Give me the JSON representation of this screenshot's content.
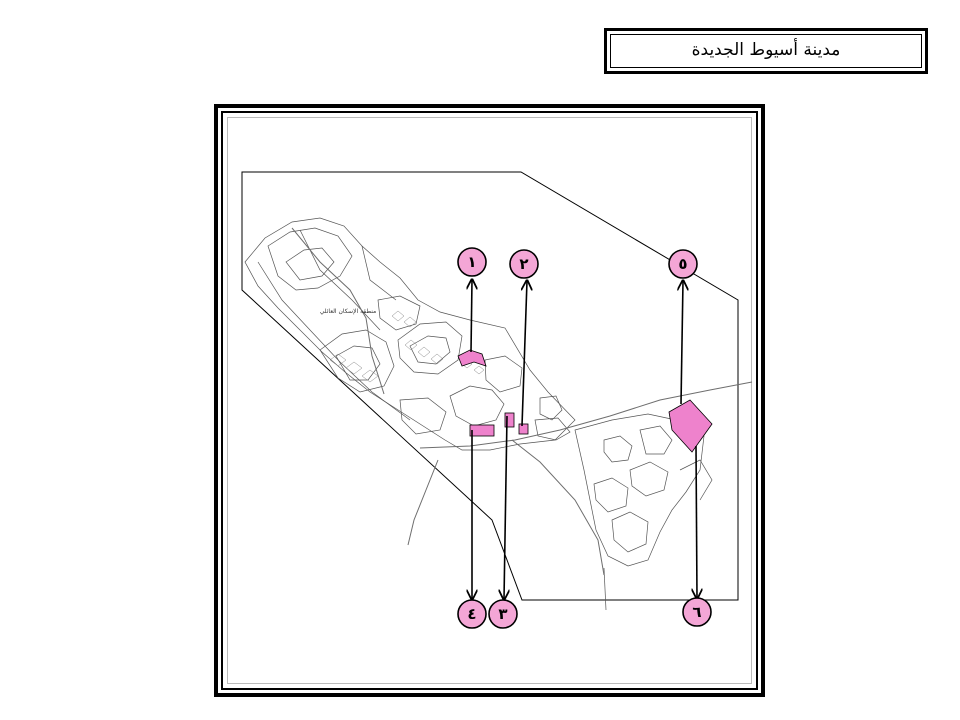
{
  "title": "مدينة أسيوط الجديدة",
  "map_label": "منطقة الإسكان العائلي",
  "colors": {
    "marker_fill": "#f4a6d6",
    "zone_fill": "#ee82cc",
    "outline": "#000000",
    "street": "#6e6e6e"
  },
  "markers": [
    {
      "id": "1",
      "label": "١"
    },
    {
      "id": "2",
      "label": "٢"
    },
    {
      "id": "3",
      "label": "٣"
    },
    {
      "id": "4",
      "label": "٤"
    },
    {
      "id": "5",
      "label": "٥"
    },
    {
      "id": "6",
      "label": "٦"
    }
  ]
}
